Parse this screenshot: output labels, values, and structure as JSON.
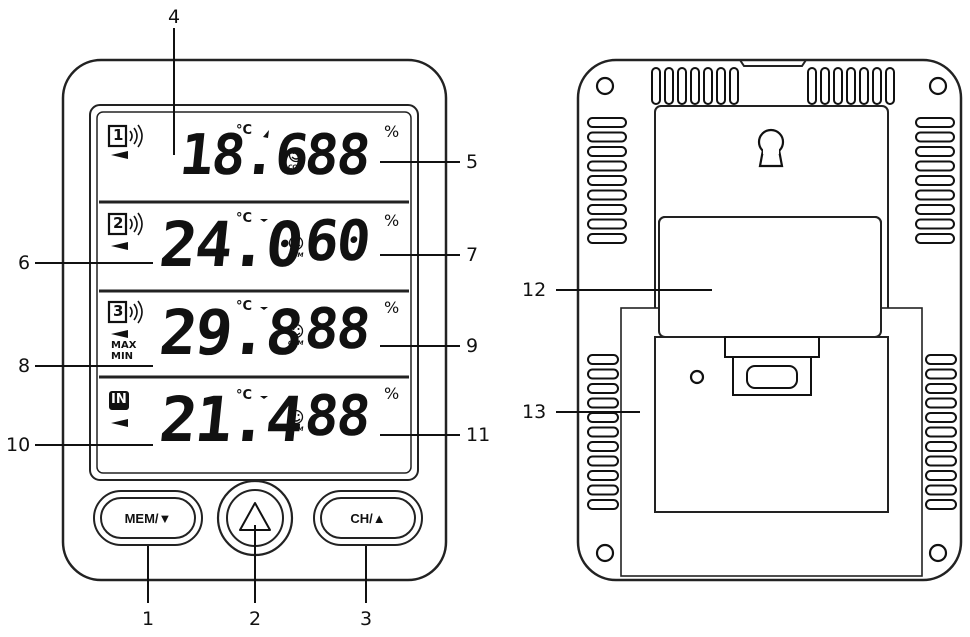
{
  "callouts": {
    "c1": "1",
    "c2": "2",
    "c3": "3",
    "c4": "4",
    "c5": "5",
    "c6": "6",
    "c7": "7",
    "c8": "8",
    "c9": "9",
    "c10": "10",
    "c11": "11",
    "c12": "12",
    "c13": "13"
  },
  "front": {
    "rows": [
      {
        "channel": "1",
        "temp": "18.6",
        "unit": "°C",
        "humidity": "88",
        "pct": "%",
        "comfort": "COM"
      },
      {
        "channel": "2",
        "temp": "24.0",
        "unit": "°C",
        "humidity": "60",
        "pct": "%",
        "comfort": "COM"
      },
      {
        "channel": "3",
        "temp": "29.8",
        "unit": "°C",
        "humidity": "88",
        "pct": "%",
        "comfort": "COM"
      },
      {
        "channel": "IN",
        "temp": "21.4",
        "unit": "°C",
        "humidity": "88",
        "pct": "%",
        "comfort": "COM"
      }
    ],
    "max_label": "MAX",
    "min_label": "MIN",
    "buttons": {
      "mem": "MEM/▼",
      "alert": "!",
      "ch": "CH/▲"
    }
  },
  "icons": [
    "signal-icon",
    "smiley-icon",
    "warning-triangle-icon",
    "keyhole-icon",
    "arrow-icon"
  ]
}
